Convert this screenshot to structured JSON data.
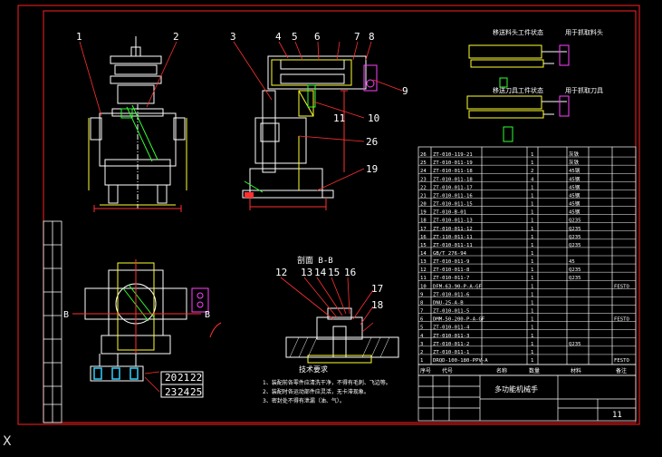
{
  "callouts_top": [
    "1",
    "2",
    "3",
    "4",
    "5",
    "6",
    "7",
    "8",
    "9",
    "10",
    "11",
    "26",
    "19"
  ],
  "callouts_section": [
    "12",
    "13",
    "14",
    "15",
    "16",
    "17",
    "18"
  ],
  "callouts_bottom": [
    "20",
    "21",
    "22",
    "23",
    "24",
    "25"
  ],
  "section_label": "剖面 B-B",
  "section_arrows": [
    "B",
    "B"
  ],
  "right_captions": [
    "移送料头工件状态",
    "用于抓取料头",
    "移送刀具工件状态",
    "用于抓取刀具"
  ],
  "tech_title": "技术要求",
  "tech_notes": [
    "1、装配前各零件应清洗干净，不得有毛刺、飞边等。",
    "2、装配时各运动部件应灵活，无卡滞现象。",
    "3、密封处不得有泄漏（油、气）。"
  ],
  "bom_rows": [
    [
      "26",
      "ZT-010-119-21",
      "",
      "1",
      "灰铁",
      ""
    ],
    [
      "25",
      "ZT-010-011-19",
      "",
      "1",
      "灰铁",
      ""
    ],
    [
      "24",
      "ZT-010-011-18",
      "",
      "2",
      "45钢",
      ""
    ],
    [
      "23",
      "ZT-010-011-18",
      "",
      "4",
      "45钢",
      ""
    ],
    [
      "22",
      "ZT-010-011-17",
      "",
      "1",
      "45钢",
      ""
    ],
    [
      "21",
      "ZT-010-011-16",
      "",
      "1",
      "45钢",
      ""
    ],
    [
      "20",
      "ZT-010-011-15",
      "",
      "1",
      "45钢",
      ""
    ],
    [
      "19",
      "ZT-010-B-01",
      "",
      "1",
      "45钢",
      ""
    ],
    [
      "18",
      "ZT-010-011-13",
      "",
      "1",
      "Q235",
      ""
    ],
    [
      "17",
      "ZT-010-011-12",
      "",
      "1",
      "Q235",
      ""
    ],
    [
      "16",
      "ZT-110-011-11",
      "",
      "1",
      "Q235",
      ""
    ],
    [
      "15",
      "ZT-010-011-11",
      "",
      "1",
      "Q235",
      ""
    ],
    [
      "14",
      "GB/T 276-94",
      "",
      "1",
      "",
      ""
    ],
    [
      "13",
      "ZT-010-011-9",
      "",
      "1",
      "45",
      ""
    ],
    [
      "12",
      "ZT-010-011-8",
      "",
      "1",
      "Q235",
      ""
    ],
    [
      "11",
      "ZT-010-011-7",
      "",
      "1",
      "Q235",
      ""
    ],
    [
      "10",
      "DFM-63-90-P-A-GF",
      "",
      "1",
      "",
      "FESTO"
    ],
    [
      "9",
      "ZT-010-011-6",
      "",
      "1",
      "",
      ""
    ],
    [
      "8",
      "DNU-25-A-B",
      "",
      "1",
      "",
      ""
    ],
    [
      "7",
      "ZT-010-011-5",
      "",
      "1",
      "",
      ""
    ],
    [
      "6",
      "DMM-50-200-P-A-GF",
      "",
      "1",
      "",
      "FESTO"
    ],
    [
      "5",
      "ZT-010-011-4",
      "",
      "1",
      "",
      ""
    ],
    [
      "4",
      "ZT-010-011-3",
      "",
      "1",
      "",
      ""
    ],
    [
      "3",
      "ZT-010-011-2",
      "",
      "1",
      "Q235",
      ""
    ],
    [
      "2",
      "ZT-010-011-1",
      "",
      "1",
      "",
      ""
    ],
    [
      "1",
      "DRQD-100-180-PPV-A",
      "",
      "1",
      "",
      "FESTO"
    ]
  ],
  "bom_header": [
    "序号",
    "代号",
    "名称",
    "数量",
    "材料",
    "备注"
  ],
  "drawing_title": "多功能机械手",
  "sheet_count": "11",
  "ucs_glyph": "X",
  "colors": {
    "bg": "#000000",
    "frame": "#ff2020",
    "geometry": "#ffffff",
    "leader": "#ff3030",
    "accent_magenta": "#ff40ff",
    "accent_yellow": "#ffff30",
    "accent_green": "#30ff30",
    "accent_cyan": "#30d0ff"
  }
}
